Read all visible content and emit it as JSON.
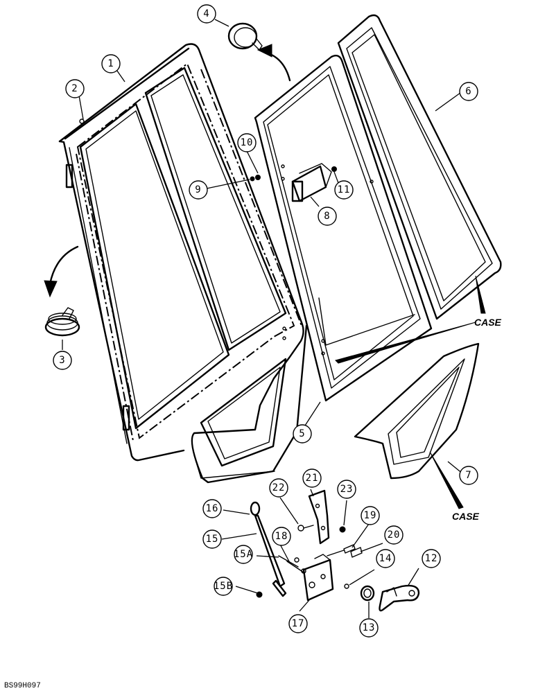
{
  "figure_code": "BS99H097",
  "logo_text": "CASE",
  "callouts": [
    {
      "id": "c1",
      "label": "1"
    },
    {
      "id": "c2",
      "label": "2"
    },
    {
      "id": "c3",
      "label": "3"
    },
    {
      "id": "c4",
      "label": "4"
    },
    {
      "id": "c5",
      "label": "5"
    },
    {
      "id": "c6",
      "label": "6"
    },
    {
      "id": "c7",
      "label": "7"
    },
    {
      "id": "c8",
      "label": "8"
    },
    {
      "id": "c9",
      "label": "9"
    },
    {
      "id": "c10",
      "label": "10"
    },
    {
      "id": "c11",
      "label": "11"
    },
    {
      "id": "c12",
      "label": "12"
    },
    {
      "id": "c13",
      "label": "13"
    },
    {
      "id": "c14",
      "label": "14"
    },
    {
      "id": "c15",
      "label": "15"
    },
    {
      "id": "c15A",
      "label": "15A"
    },
    {
      "id": "c15B",
      "label": "15B"
    },
    {
      "id": "c16",
      "label": "16"
    },
    {
      "id": "c17",
      "label": "17"
    },
    {
      "id": "c18",
      "label": "18"
    },
    {
      "id": "c19",
      "label": "19"
    },
    {
      "id": "c20",
      "label": "20"
    },
    {
      "id": "c21",
      "label": "21"
    },
    {
      "id": "c22",
      "label": "22"
    },
    {
      "id": "c23",
      "label": "23"
    }
  ]
}
